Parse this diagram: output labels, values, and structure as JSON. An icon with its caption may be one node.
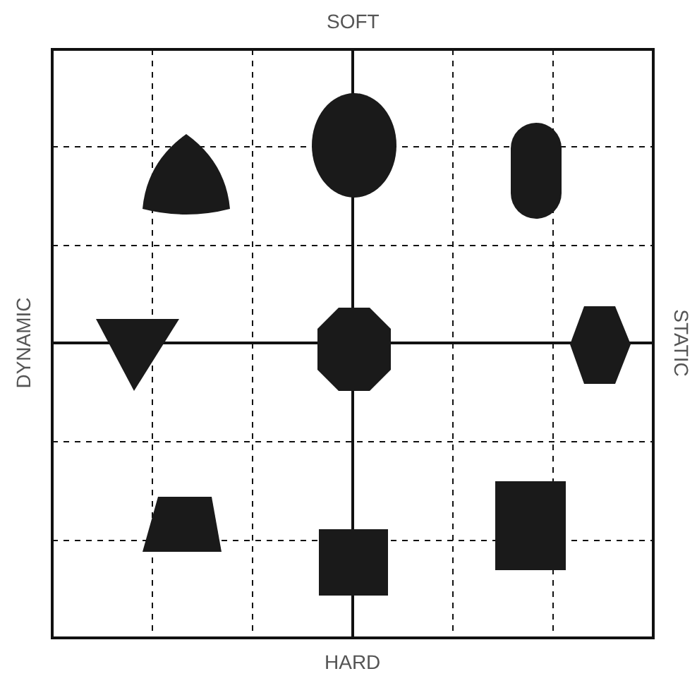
{
  "diagram": {
    "labels": [
      "SOFT",
      "DYNAMIC",
      "STATIC",
      "HARD"
    ]
  }
}
